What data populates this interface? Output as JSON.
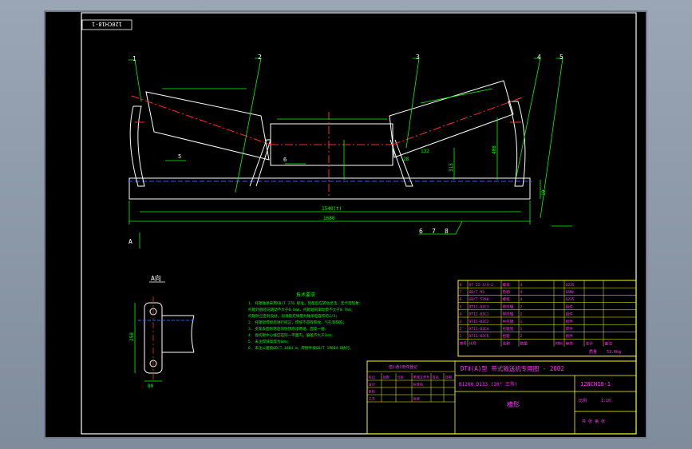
{
  "drawing_code_rotated": "120CH18-1",
  "callouts": [
    "1",
    "2",
    "3",
    "4",
    "5",
    "6",
    "7",
    "8",
    "5",
    "6"
  ],
  "view_label": "A",
  "detail_label": "A向",
  "dimensions": {
    "overall_length": "1680",
    "inner_length": "1540(t)",
    "height_a": "408",
    "height_b": "315",
    "small_a": "28",
    "small_b": "132",
    "small_c": "19",
    "detail_height": "250",
    "detail_width": "80"
  },
  "tech_title": "技术要求",
  "tech_notes": [
    "1. 托辊轴承采用GB/T 276 标准，装配后应转动灵活，无卡阻现象；",
    "   托辊外圆径向跳动不大于0.6mm，托辊轴向窜动量不大于0.7mm；",
    "   托辊防尘密封良好，润滑脂充填量为轴承腔容积的2/3；",
    "2. 托辊架焊接后进行校正，焊缝不得有裂纹、气孔等缺陷；",
    "3. 支架表面除锈后涂防锈底漆两遍，面漆一遍；",
    "4. 各托辊中心线应在同一平面内，偏差不大于2mm；",
    "5. 未注焊缝高度为6mm；",
    "6. 未注公差按GB/T 1804-m，焊接件按GB/T 19804-B执行。"
  ],
  "parts_rows": [
    [
      "8",
      "DT II-3/4-2",
      "螺母",
      "4",
      "",
      "Q235",
      "",
      "",
      ""
    ],
    [
      "7",
      "GB/T 93",
      "垫圈",
      "4",
      "",
      "65Mn",
      "",
      "",
      ""
    ],
    [
      "6",
      "GB/T 5780",
      "螺栓",
      "4",
      "",
      "Q235",
      "",
      "",
      ""
    ],
    [
      "5",
      "DTII-03C3",
      "侧托辊",
      "2",
      "",
      "组件",
      "",
      "",
      ""
    ],
    [
      "4",
      "DTII-03C1",
      "侧托辊",
      "2",
      "",
      "组件",
      "",
      "",
      ""
    ],
    [
      "3",
      "DTII-03C2",
      "中托辊",
      "1",
      "",
      "组件",
      "",
      "",
      ""
    ],
    [
      "2",
      "DTII-03C4",
      "托辊架",
      "1",
      "",
      "焊件",
      "",
      "",
      ""
    ],
    [
      "1",
      "DTII-03C5",
      "挡辊",
      "2",
      "",
      "组件",
      "",
      "",
      ""
    ]
  ],
  "parts_header": [
    "序号",
    "代号",
    "名称",
    "数量",
    "材料",
    "单件",
    "总计",
    "备注"
  ],
  "weight_label": "质量",
  "weight_value": "53.0kg",
  "title_main": "DTⅡ(A)型  带式输送机专用图 - 2002",
  "title_spec": "B1200 D133 (20° 三节)",
  "title_drawing_no": "120CH18-1",
  "title_part_name": "槽形",
  "approval_title": "借(通)用件登记",
  "approval_rows": [
    [
      "标记",
      "处数",
      "分区",
      "更改文件号",
      "签名",
      "日期"
    ],
    [
      "设计",
      "",
      "",
      "标准化",
      "",
      ""
    ],
    [
      "审核",
      "",
      "",
      "",
      "",
      ""
    ],
    [
      "工艺",
      "",
      "",
      "批准",
      "",
      ""
    ]
  ],
  "scale_label": "比例",
  "scale_value": "1:10",
  "sheet_label": "共 张  第 张",
  "colors": {
    "background": "#000000",
    "frame": "#ffffff",
    "callout_leader": "#00ff00",
    "outline": "#ffffff",
    "centerline": "#ff2a2a",
    "hidden_line": "#2a5cff",
    "table_text": "#ff33ff",
    "table_line": "#ffff00",
    "dimension": "#00ff00"
  }
}
